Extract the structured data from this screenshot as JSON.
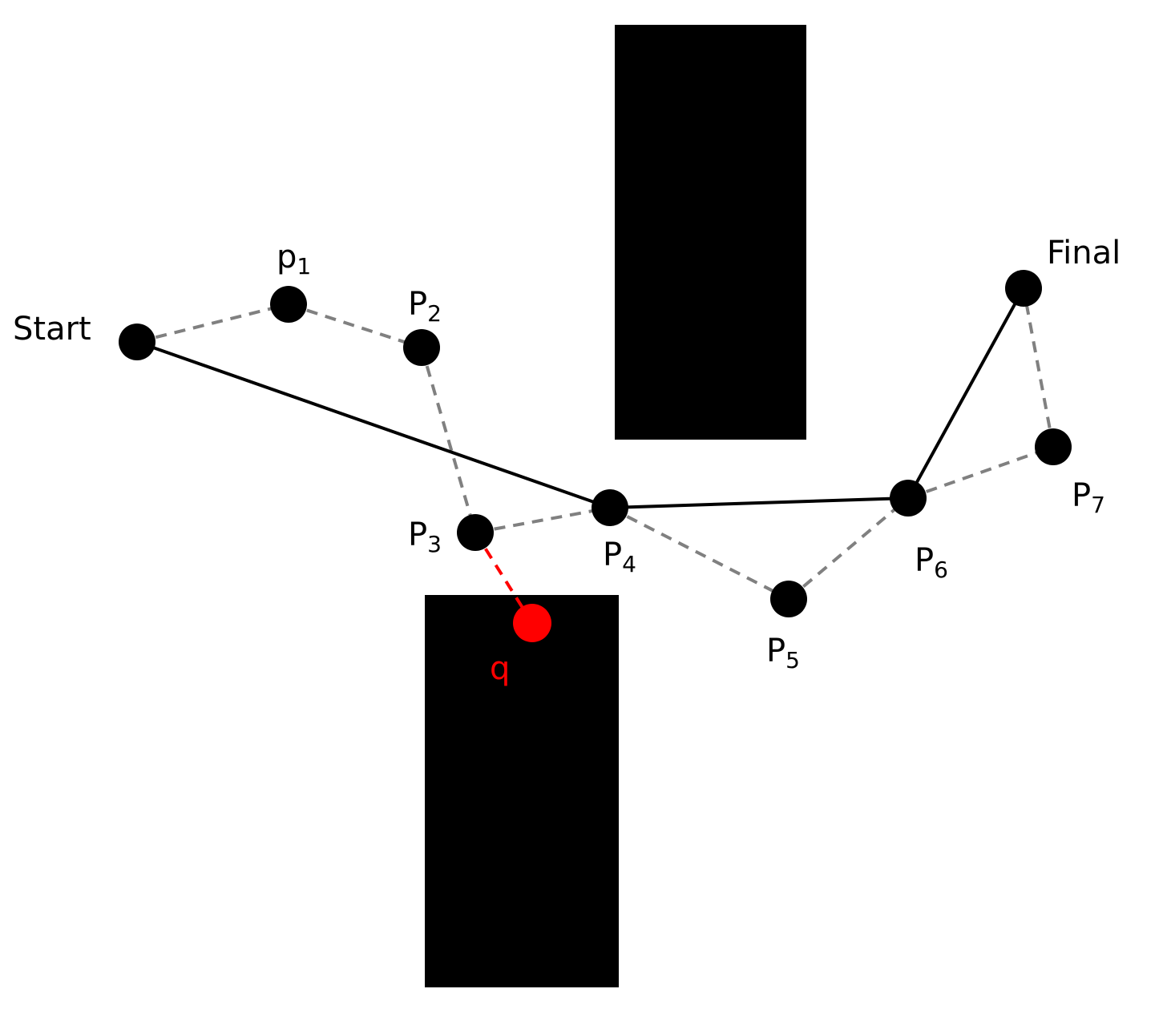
{
  "diagram": {
    "colors": {
      "background": "#ffffff",
      "node": "#000000",
      "obstacle": "#000000",
      "path": "#000000",
      "tree_edge": "#808080",
      "sample": "#ff0000"
    },
    "labels": {
      "start": "Start",
      "final": "Final",
      "p1": "p",
      "p1_sub": "1",
      "p2": "P",
      "p2_sub": "2",
      "p3": "P",
      "p3_sub": "3",
      "p4": "P",
      "p4_sub": "4",
      "p5": "P",
      "p5_sub": "5",
      "p6": "P",
      "p6_sub": "6",
      "p7": "P",
      "p7_sub": "7",
      "q": "q"
    }
  }
}
